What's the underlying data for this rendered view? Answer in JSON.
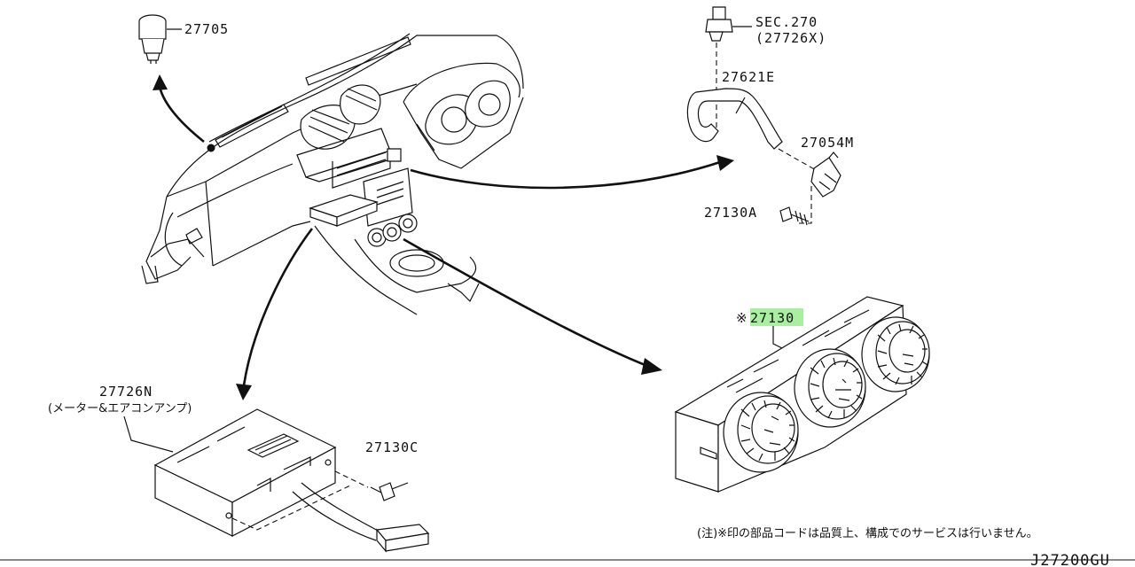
{
  "parts": {
    "p27705": "27705",
    "sec_line1": "SEC.270",
    "sec_line2": "(27726X)",
    "p27621E": "27621E",
    "p27054M": "27054M",
    "p27130A": "27130A",
    "p27130_mark": "※",
    "p27130": "27130",
    "p27726N": "27726N",
    "p27726N_sub": "(メーター&エアコンアンプ)",
    "p27130C": "27130C"
  },
  "footnote": "(注)※印の部品コードは品質上、構成でのサービスは行いません。",
  "diagram_code": "J27200GU",
  "colors": {
    "highlight": "#a8f0a0",
    "line": "#111111",
    "background": "#ffffff"
  }
}
